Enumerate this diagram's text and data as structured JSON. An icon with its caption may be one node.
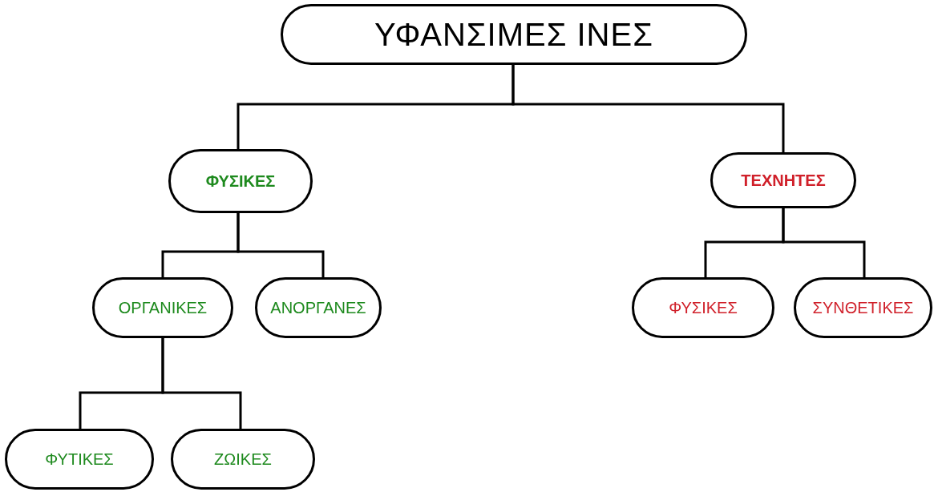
{
  "diagram": {
    "nodes": [
      {
        "text": [
          "ΥΦΑΝΣΙΜΕΣ ΙΝΕΣ"
        ]
      },
      {
        "text": [
          "ΦΥΣΙΚΕΣ"
        ]
      },
      {
        "text": [
          "ΤΕΧΝΗΤΕΣ"
        ]
      },
      {
        "text": [
          "ΟΡΓΑΝΙΚΕΣ"
        ]
      },
      {
        "text": [
          "ΑΝΟΡΓΑΝΕΣ"
        ]
      },
      {
        "text": [
          "ΦΥΣΙΚΕΣ"
        ]
      },
      {
        "text": [
          "ΣΥΝΘΕΤΙΚΕΣ"
        ]
      },
      {
        "text": [
          "ΦΥΤΙΚΕΣ"
        ]
      },
      {
        "text": [
          "ΖΩΙΚΕΣ"
        ]
      }
    ],
    "edges": [
      {
        "from": 0,
        "to": 1,
        "arrow": "none"
      },
      {
        "from": 0,
        "to": 2,
        "arrow": "none"
      },
      {
        "from": 1,
        "to": 3,
        "arrow": "none"
      },
      {
        "from": 1,
        "to": 4,
        "arrow": "none"
      },
      {
        "from": 2,
        "to": 5,
        "arrow": "none"
      },
      {
        "from": 2,
        "to": 6,
        "arrow": "none"
      },
      {
        "from": 3,
        "to": 7,
        "arrow": "none"
      },
      {
        "from": 3,
        "to": 8,
        "arrow": "none"
      }
    ]
  }
}
